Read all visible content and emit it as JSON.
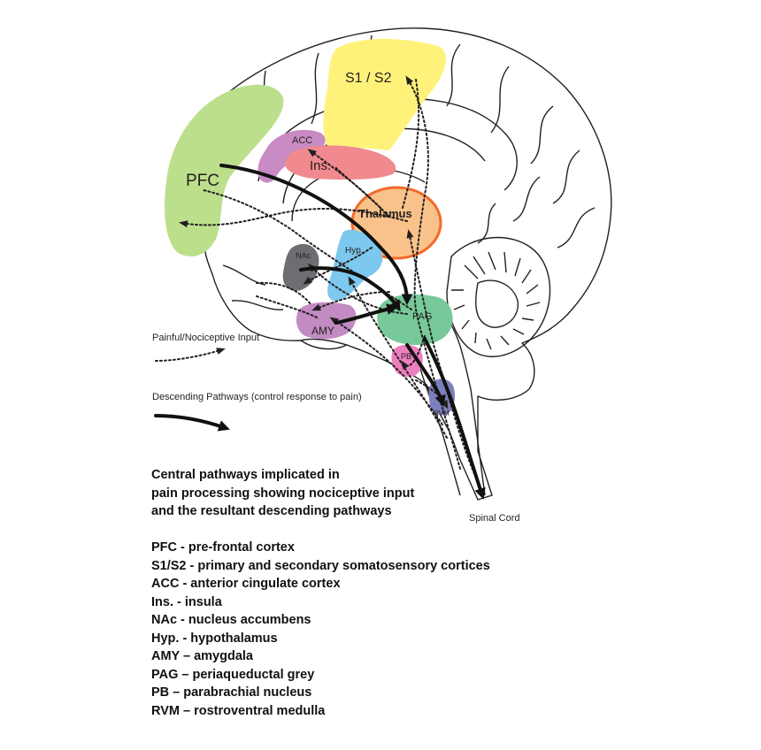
{
  "regions": {
    "s1s2": {
      "label": "S1 / S2",
      "color": "#fff27a"
    },
    "pfc": {
      "label": "PFC",
      "color": "#bcdf8c"
    },
    "acc": {
      "label": "ACC",
      "color": "#c98bc4"
    },
    "ins": {
      "label": "Ins.",
      "color": "#f08a8e"
    },
    "thalamus": {
      "label": "Thalamus",
      "color": "#f9c28a",
      "outline": "#f26a2a"
    },
    "hyp": {
      "label": "Hyp.",
      "color": "#7cc8ee"
    },
    "nac": {
      "label": "NAc",
      "color": "#6d6e71"
    },
    "amy": {
      "label": "AMY",
      "color": "#c28bc1"
    },
    "pag": {
      "label": "PAG",
      "color": "#77c99a"
    },
    "pb": {
      "label": "PB",
      "color": "#ee7fbf"
    },
    "rvm": {
      "label": "RVM",
      "color": "#7c7fbd"
    }
  },
  "legend": {
    "nociceptive": "Painful/Nociceptive Input",
    "descending": "Descending Pathways (control response to pain)"
  },
  "spinal_cord": "Spinal Cord",
  "caption": [
    "Central pathways implicated in",
    "pain processing showing nociceptive input",
    "and the resultant descending pathways"
  ],
  "abbreviations": [
    "PFC - pre-frontal cortex",
    "S1/S2 - primary and secondary somatosensory cortices",
    "ACC - anterior cingulate cortex",
    "Ins. - insula",
    "NAc - nucleus accumbens",
    "Hyp. - hypothalamus",
    "AMY – amygdala",
    "PAG – periaqueductal grey",
    "PB – parabrachial nucleus",
    "RVM – rostroventral medulla"
  ]
}
